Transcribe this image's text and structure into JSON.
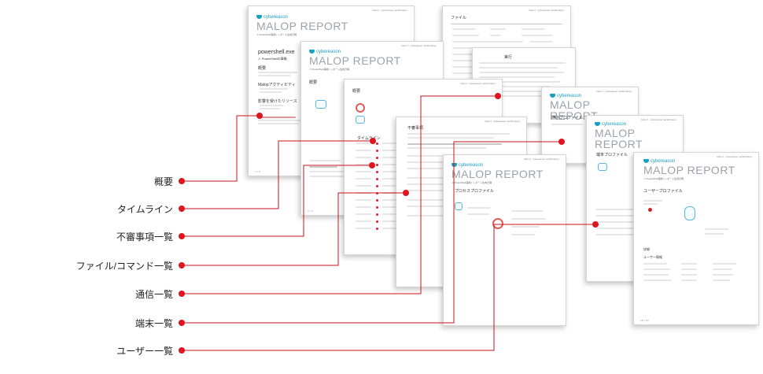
{
  "brand": {
    "logo": "cybereason",
    "title": "MALOP REPORT",
    "subtitle": "⚠ PowerShell事象 | レポート生成日時"
  },
  "header_url": "https://...cybereason.net/#/malop/...",
  "pages": {
    "p1_process": "powershell.exe",
    "p1_sub": "⚠ PowerShellの事象",
    "p1_sections": [
      "概要",
      "Malopアクティビティ",
      "影響を受けたリソース"
    ],
    "p3_overview": "概要",
    "p3_timeline": "タイムライン",
    "p4_suspicion": "不審事項",
    "p5_process_profile": "プロセスプロファイル",
    "p6_files": "ファイル",
    "p7_exec": "実行",
    "p8_comm": "通信プロファイル",
    "p9_machine": "端末プロファイル",
    "p10_user": "ユーザープロファイル",
    "p10_detail": "詳細",
    "p10_userinfo": "ユーザー情報",
    "p1_footer": "1 / 2",
    "p3_footer": "1 / 3",
    "p10_footer": "10 / 10"
  },
  "labels": [
    "概要",
    "タイムライン",
    "不審事項一覧",
    "ファイル/コマンド一覧",
    "通信一覧",
    "端末一覧",
    "ユーザー一覧"
  ],
  "colors": {
    "marker": "#e0141e",
    "connector": "#c9151c",
    "accent": "#1a9fc4"
  }
}
